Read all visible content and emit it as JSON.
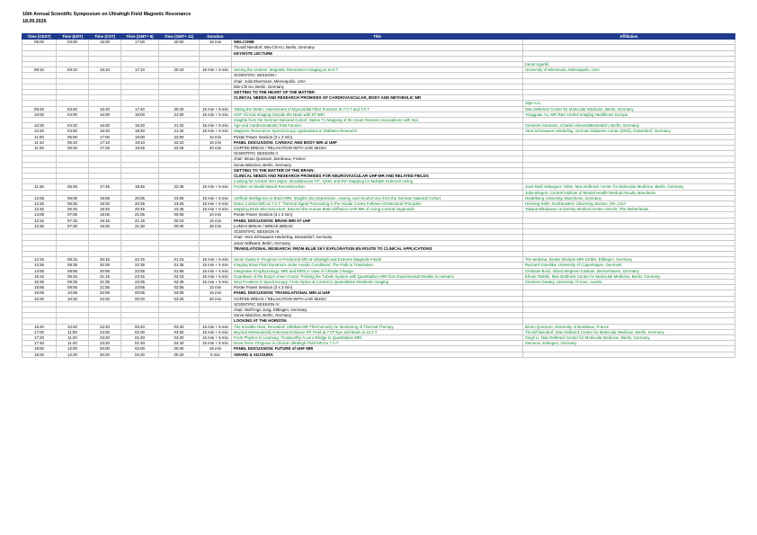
{
  "header": {
    "title": "16th Annual Scientific Symposium on Ultrahigh Field Magnetic Resonance",
    "date": "18.09.2026"
  },
  "colors": {
    "header_bg": "#1f3c8c",
    "header_text": "#ffffff",
    "link_text": "#0a8a2a"
  },
  "columns": [
    "Time (CEST)",
    "Time (EDT)",
    "Time (CST)",
    "Time (GMT+ 8)",
    "Time (GMT+ 11)",
    "Duration",
    "Title",
    "Affiliation"
  ],
  "rows": [
    {
      "c": [
        "09:00",
        "03:00",
        "15:00",
        "17:00",
        "20:00",
        "15 min"
      ],
      "title": "WELCOME",
      "aff": "",
      "style": "b"
    },
    {
      "c": [
        "",
        "",
        "",
        "",
        "",
        ""
      ],
      "title": "Thoralf Niendorf, Min-Chi Ku, Berlin, Germany",
      "aff": "",
      "style": ""
    },
    {
      "c": [
        "",
        "",
        "",
        "",
        "",
        ""
      ],
      "title": "KEYNOTE LECTURE",
      "aff": "",
      "style": "b"
    },
    {
      "c": [
        "",
        "",
        "",
        "",
        "",
        ""
      ],
      "title": "",
      "aff": "",
      "style": ""
    },
    {
      "c": [
        "",
        "",
        "",
        "",
        "",
        ""
      ],
      "title": "",
      "aff": "Kamil Ugurbil,",
      "style": "g"
    },
    {
      "c": [
        "09:10",
        "03:10",
        "15:10",
        "17:10",
        "20:10",
        "15 min + 5 min"
      ],
      "title": "Seeing the Unseen: Magnetic Resonance Imaging at 10.5 T",
      "aff": "University of Minnesota, Minneapolis, USA",
      "style": "g"
    },
    {
      "c": [
        "",
        "",
        "",
        "",
        "",
        ""
      ],
      "title": "SCIENTIFIC SESSION I",
      "aff": "",
      "style": ""
    },
    {
      "c": [
        "",
        "",
        "",
        "",
        "",
        ""
      ],
      "title": "chair: Julia Ebermann, Minneapolis, USA",
      "aff": "",
      "style": ""
    },
    {
      "c": [
        "",
        "",
        "",
        "",
        "",
        ""
      ],
      "title": "Min-Chi Ku, Berlin, Germany",
      "aff": "",
      "style": ""
    },
    {
      "c": [
        "",
        "",
        "",
        "",
        "",
        ""
      ],
      "title": "GETTING TO THE HEART OF THE MATTER:",
      "aff": "",
      "style": "b"
    },
    {
      "c": [
        "",
        "",
        "",
        "",
        "",
        ""
      ],
      "title": "CLINICAL NEEDS AND RESEARCH PROMISES OF CARDIOVASCULAR, BODY AND METABOLIC MR",
      "aff": "",
      "style": "b"
    },
    {
      "c": [
        "",
        "",
        "",
        "",
        "",
        ""
      ],
      "title": "",
      "aff": "Sigin Liu,",
      "style": "g"
    },
    {
      "c": [
        "09:40",
        "03:40",
        "15:40",
        "17:40",
        "20:40",
        "15 min + 5 min"
      ],
      "title": "Taking the Strain: Assessment of Myocardial Fiber Function at 7.0 T and 3.0 T",
      "aff": "Max Delbrück Center for Molecular Medicine, Berlin, Germany",
      "style": "g"
    },
    {
      "c": [
        "10:00",
        "04:00",
        "16:00",
        "18:00",
        "21:00",
        "15 min + 5 min"
      ],
      "title": "UHF Clinical Imaging Outside the Brain with 9T MRI",
      "aff": "Yongguan Yu, MR R&C United Imaging Healthcare Europe",
      "style": "g"
    },
    {
      "c": [
        "",
        "",
        "",
        "",
        "",
        ""
      ],
      "title": "Insights from the German National Cohort: Native T1 Mapping of the Heart Reveals Associations with Sex,",
      "aff": "",
      "style": "g"
    },
    {
      "c": [
        "10:20",
        "04:20",
        "16:20",
        "18:20",
        "21:20",
        "15 min + 5 min"
      ],
      "title": "Age and Cardiometabolic Risk Factors",
      "aff": "Clemens Assmann, Charité-Universitätsmedizin, Berlin, Germany",
      "style": "g"
    },
    {
      "c": [
        "10:40",
        "04:40",
        "16:40",
        "18:40",
        "21:40",
        "15 min + 5 min"
      ],
      "title": "Magnetic Resonance Spectroscopy Applications in Diabetes Research",
      "aff": "Vera Schrauwen-Hinderling, German Diabetes Center (DDZ), Düsseldorf, Germany",
      "style": "g"
    },
    {
      "c": [
        "11:00",
        "05:00",
        "17:00",
        "19:00",
        "22:00",
        "10 min"
      ],
      "title": "Poster Power Session (3 x 3 min)",
      "aff": "",
      "style": ""
    },
    {
      "c": [
        "11:10",
        "05:10",
        "17:10",
        "19:10",
        "22:10",
        "15 min"
      ],
      "title": "PANEL DISCUSSION: CARDIAC AND BODY MRI at UHF",
      "aff": "",
      "style": "b"
    },
    {
      "c": [
        "11:25",
        "05:25",
        "17:25",
        "19:25",
        "22:25",
        "20 min"
      ],
      "title": "COFFEE BREAK / RELAXATION WITH LIVE MUSIC",
      "aff": "",
      "style": ""
    },
    {
      "c": [
        "",
        "",
        "",
        "",
        "",
        ""
      ],
      "title": "SCIENTIFIC SESSION II",
      "aff": "",
      "style": ""
    },
    {
      "c": [
        "",
        "",
        "",
        "",
        "",
        ""
      ],
      "title": "chair: Bruno Quesson, Bordeaux, France",
      "aff": "",
      "style": ""
    },
    {
      "c": [
        "",
        "",
        "",
        "",
        "",
        ""
      ],
      "title": "Sonia Waiczies, Berlin, Germany",
      "aff": "",
      "style": ""
    },
    {
      "c": [
        "",
        "",
        "",
        "",
        "",
        ""
      ],
      "title": "GETTING TO THE MATTER OF THE BRAIN:",
      "aff": "",
      "style": "b"
    },
    {
      "c": [
        "",
        "",
        "",
        "",
        "",
        ""
      ],
      "title": "CLINICAL NEEDS AND RESEARCH PROMISES FOR NEUROVASCULAR UHF-MR AND RELATED FIELDS",
      "aff": "",
      "style": "b"
    },
    {
      "c": [
        "",
        "",
        "",
        "",
        "",
        ""
      ],
      "title": "Looking for Central Vein Signs: Simultaneous T2*, QSM, and R2* Mapping for Multiple Sclerosis Using",
      "aff": "",
      "style": "g"
    },
    {
      "c": [
        "11:45",
        "05:45",
        "17:45",
        "19:45",
        "22:45",
        "15 min + 5 min"
      ],
      "title": "Frontier on Model-Based Reconstruction",
      "aff": "José Raúl Velasquez Vides, Max Delbrück Center for Molecular Medicine, Berlin, Germany",
      "style": "g"
    },
    {
      "c": [
        "",
        "",
        "",
        "",
        "",
        ""
      ],
      "title": "",
      "aff": "Julia Wiegert, Central Institute of Mental Health Medical Faculty Mannheim,",
      "style": "g"
    },
    {
      "c": [
        "12:05",
        "06:05",
        "18:05",
        "20:05",
        "23:05",
        "15 min + 5 min"
      ],
      "title": "Artificial Intelligence in Brain MRI: Insights into Depression, Anxiety, and Alcohol Use from the German National Cohort",
      "aff": "Heidelberg University, Mannheim, Germany",
      "style": "g"
    },
    {
      "c": [
        "12:25",
        "06:25",
        "18:25",
        "20:25",
        "23:25",
        "15 min + 5 min"
      ],
      "title": "Motor Control MRI at 7.0 T: Thermal Signal Processing in the Insular Cortex Follows Architectural Principles",
      "aff": "Henning Kelm, Northeastern University, Boston, MA, USA",
      "style": "g"
    },
    {
      "c": [
        "12:45",
        "06:45",
        "18:45",
        "20:45",
        "23:45",
        "15 min + 5 min"
      ],
      "title": "Mapping Brain Microstructure: Beyond the Human Brain Diffusion UHF-MR of Living Cortical Organoids",
      "aff": "Tatiana Nikolaeva, University Medical Center Utrecht, The Netherlands",
      "style": "g"
    },
    {
      "c": [
        "13:05",
        "07:05",
        "19:05",
        "21:05",
        "00:05",
        "10 min"
      ],
      "title": "Poster Power Session (3 x 3 min)",
      "aff": "",
      "style": ""
    },
    {
      "c": [
        "13:15",
        "07:15",
        "19:15",
        "21:15",
        "00:15",
        "15 min"
      ],
      "title": "PANEL DISCUSSION: BRAIN MRI AT UHF",
      "aff": "",
      "style": "b"
    },
    {
      "c": [
        "13:30",
        "07:30",
        "19:30",
        "21:30",
        "00:30",
        "45 min"
      ],
      "title": "LUNCH BREAK / BREAK BREAK",
      "aff": "",
      "style": ""
    },
    {
      "c": [
        "",
        "",
        "",
        "",
        "",
        ""
      ],
      "title": "SCIENTIFIC SESSION III",
      "aff": "",
      "style": ""
    },
    {
      "c": [
        "",
        "",
        "",
        "",
        "",
        ""
      ],
      "title": "chair: Vera Schrauwen-Hinderling, Düsseldorf, Germany",
      "aff": "",
      "style": ""
    },
    {
      "c": [
        "",
        "",
        "",
        "",
        "",
        ""
      ],
      "title": "Jason Millward, Berlin, Germany",
      "aff": "",
      "style": ""
    },
    {
      "c": [
        "",
        "",
        "",
        "",
        "",
        ""
      ],
      "title": "TRANSLATIONAL RESEARCH: FROM BLUE SKY EXPLORATION EN ROUTE TO CLINICAL APPLICATIONS",
      "aff": "",
      "style": "b"
    },
    {
      "c": [
        "",
        "",
        "",
        "",
        "",
        ""
      ],
      "title": "",
      "aff": "",
      "style": ""
    },
    {
      "c": [
        "14:15",
        "08:15",
        "20:15",
        "22:15",
        "01:15",
        "15 min + 5 min"
      ],
      "title": "Sento Suara Ir: Progress in Preclinical MR at Ultrahigh and Extreme Magnetic Fields",
      "aff": "Tim Wokrina, Bruker BioSpin MRI GmbH, Ettlingen, Germany",
      "style": "g"
    },
    {
      "c": [
        "14:35",
        "08:35",
        "20:35",
        "22:35",
        "01:35",
        "15 min + 5 min"
      ],
      "title": "Imaging Brain Fluid Dynamics under Anodic Conditions: The Path to Translation",
      "aff": "Ryszard Gosolika, University of Copenhagen, Denmark",
      "style": "g"
    },
    {
      "c": [
        "14:55",
        "08:55",
        "20:55",
        "22:55",
        "01:55",
        "15 min + 5 min"
      ],
      "title": "Integrative Ecophysiology: MRI and MRS in View of Climate Change",
      "aff": "Christian Bock, Alfred Wegener Institute, Bremerhaven, Germany",
      "style": "g"
    },
    {
      "c": [
        "15:15",
        "09:15",
        "21:15",
        "23:15",
        "02:15",
        "15 min + 5 min"
      ],
      "title": "Guardians of the Body's Inner Ocean: Probing the Tubule System with Quantitative MRI from Experimental Models to Humans",
      "aff": "Ehsan Tasbihi, Max Delbrück Center for Molecular Medicine, Berlin, Germany",
      "style": "g"
    },
    {
      "c": [
        "15:35",
        "09:35",
        "21:35",
        "23:35",
        "02:35",
        "15 min + 5 min"
      ],
      "title": "New Frontiers in Spectroscopy: From Optics & Control to Quantitative Metabolic Imaging",
      "aff": "Clemens Diwoky, University of Graz, Austria",
      "style": "g"
    },
    {
      "c": [
        "15:55",
        "09:55",
        "21:55",
        "23:55",
        "02:55",
        "10 min"
      ],
      "title": "Poster Power Session (3 x 3 min)",
      "aff": "",
      "style": ""
    },
    {
      "c": [
        "16:05",
        "10:05",
        "22:05",
        "00:05",
        "03:05",
        "15 min"
      ],
      "title": "PANEL DISCUSSION: TRANSLATIONAL MRI at UHF",
      "aff": "",
      "style": "b"
    },
    {
      "c": [
        "16:20",
        "10:20",
        "22:20",
        "00:20",
        "03:20",
        "20 min"
      ],
      "title": "COFFEE BREAK / RELAXATION WITH LIVE MUSIC",
      "aff": "",
      "style": ""
    },
    {
      "c": [
        "",
        "",
        "",
        "",
        "",
        ""
      ],
      "title": "SCIENTIFIC SESSION IV",
      "aff": "",
      "style": ""
    },
    {
      "c": [
        "",
        "",
        "",
        "",
        "",
        ""
      ],
      "title": "chair: Wolf-Ingo Jung, Ettlingen, Germany",
      "aff": "",
      "style": ""
    },
    {
      "c": [
        "",
        "",
        "",
        "",
        "",
        ""
      ],
      "title": "Sonia Waiczies, Berlin, Germany",
      "aff": "",
      "style": ""
    },
    {
      "c": [
        "",
        "",
        "",
        "",
        "",
        ""
      ],
      "title": "LOOKING AT THE HORIZON",
      "aff": "",
      "style": "b"
    },
    {
      "c": [
        "16:40",
        "10:40",
        "22:40",
        "00:40",
        "03:40",
        "15 min + 5 min"
      ],
      "title": "The Invisible Heat, Revealed: Ultrafast MR Thermometry for Monitoring of Thermal Therapy",
      "aff": "Bruno Quesson, University of Bordeaux, France",
      "style": "g"
    },
    {
      "c": [
        "17:00",
        "11:00",
        "23:00",
        "01:00",
        "04:00",
        "15 min + 5 min"
      ],
      "title": "Beyond Metamaterial Antennas Enhance RF Field at 7.0T Eye and Brain at 10.5 T",
      "aff": "Thoralf Niendorf, Max Delbrück Center for Molecular Medicine, Berlin, Germany",
      "style": "g"
    },
    {
      "c": [
        "17:20",
        "11:20",
        "23:20",
        "01:20",
        "04:20",
        "15 min + 5 min"
      ],
      "title": "From Physics to Learning: Trustworthy AI as a Bridge to Quantitative MRI",
      "aff": "Xingli Li, Max Delbrück Center for Molecular Medicine, Berlin, Germany",
      "style": "g"
    },
    {
      "c": [
        "17:40",
        "11:40",
        "23:40",
        "01:40",
        "04:40",
        "15 min + 5 min"
      ],
      "title": "Nova Terra: Progress in Clinical Ultrahigh Field MR for 7.0 T",
      "aff": "Siemens, Erlangen, Germany",
      "style": "g"
    },
    {
      "c": [
        "18:00",
        "12:00",
        "00:00",
        "02:00",
        "05:00",
        "15 min"
      ],
      "title": "PANEL DISCUSSION: FUTURE of UHF MRI",
      "aff": "",
      "style": "b"
    },
    {
      "c": [
        "18:20",
        "12:20",
        "00:20",
        "02:20",
        "05:20",
        "5 min"
      ],
      "title": "AWARD & ADJOURN",
      "aff": "",
      "style": "b"
    }
  ]
}
